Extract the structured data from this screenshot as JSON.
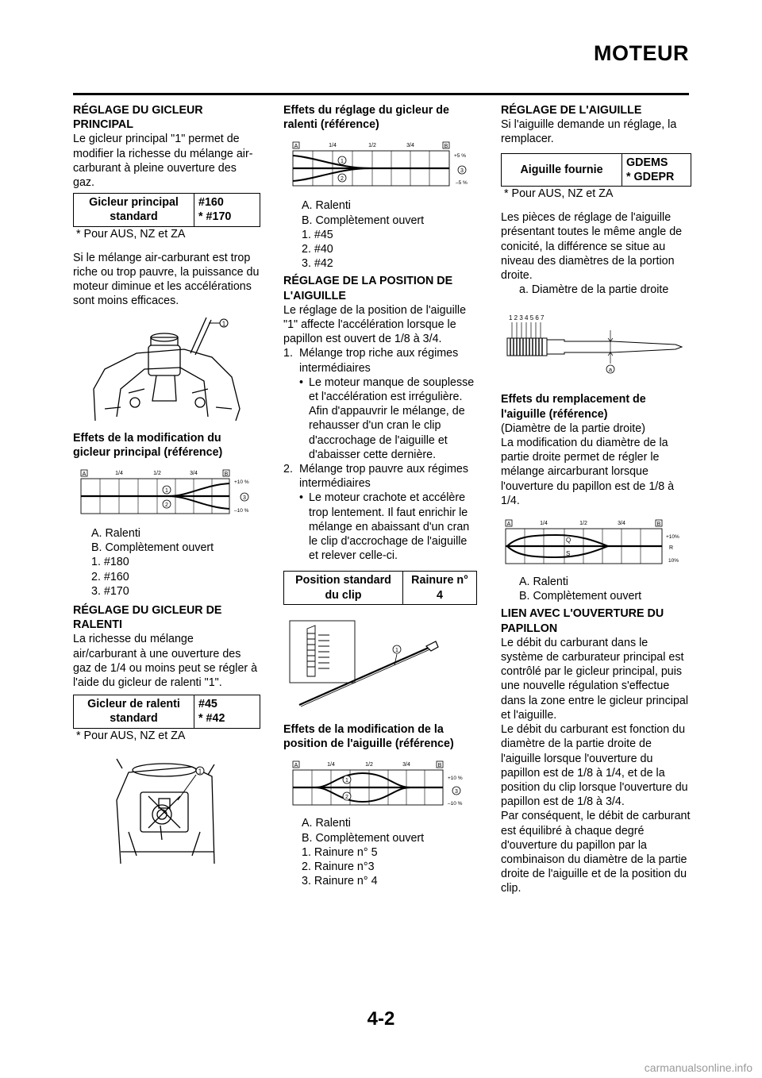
{
  "header": {
    "title": "MOTEUR"
  },
  "page_number": "4-2",
  "watermark": "carmanualsonline.info",
  "col1": {
    "main_jet": {
      "heading": "RÉGLAGE DU GICLEUR PRINCIPAL",
      "intro": "Le gicleur principal \"1\" permet de modifier la richesse du mélange air-carburant à pleine ouverture des gaz.",
      "spec_label": "Gicleur principal standard",
      "spec_value_1": "#160",
      "spec_value_2": "* #170",
      "spec_note": "* Pour AUS, NZ et ZA",
      "body": "Si le mélange air-carburant est trop riche ou trop pauvre, la puissance du moteur diminue et les accélérations sont moins efficaces."
    },
    "main_jet_graph": {
      "title": "Effets de la modification du gicleur principal (référence)",
      "legend": [
        "A.  Ralenti",
        "B.  Complètement ouvert",
        "1.  #180",
        "2.  #160",
        "3.  #170"
      ]
    },
    "pilot_jet": {
      "heading": "RÉGLAGE DU GICLEUR DE RALENTI",
      "intro": "La richesse du mélange air/carburant à une ouverture des gaz de 1/4 ou moins peut se régler à l'aide du gicleur de ralenti \"1\".",
      "spec_label": "Gicleur de ralenti standard",
      "spec_value_1": "#45",
      "spec_value_2": "* #42",
      "spec_note": "* Pour AUS, NZ et ZA"
    }
  },
  "col2": {
    "pilot_graph": {
      "title": "Effets du réglage du gicleur de ralenti (référence)",
      "legend": [
        "A.  Ralenti",
        "B.  Complètement ouvert",
        "1.  #45",
        "2.  #40",
        "3.  #42"
      ]
    },
    "needle_position": {
      "heading": "RÉGLAGE DE LA POSITION DE L'AIGUILLE",
      "intro": "Le réglage de la position de l'aiguille \"1\" affecte l'accélération lorsque le papillon est ouvert de 1/8 à 3/4.",
      "item1_num": "1.",
      "item1": "Mélange trop riche aux régimes intermédiaires",
      "item1_bullet": "Le moteur manque de souplesse et l'accélération est irrégulière. Afin d'appauvrir le mélange, de rehausser d'un cran le clip d'accrochage de l'aiguille et d'abaisser cette dernière.",
      "item2_num": "2.",
      "item2": "Mélange trop pauvre aux régimes intermédiaires",
      "item2_bullet": "Le moteur crachote et accélère trop lentement. Il faut enrichir le mélange en abaissant d'un cran le clip d'accrochage de l'aiguille et relever celle-ci.",
      "spec_label": "Position standard du clip",
      "spec_value_1": "Rainure n°",
      "spec_value_2": "4"
    },
    "position_graph": {
      "title": "Effets de la modification de la position de l'aiguille (référence)",
      "legend": [
        "A.  Ralenti",
        "B.  Complètement ouvert",
        "1.  Rainure n° 5",
        "2.  Rainure n°3",
        "3.  Rainure n° 4"
      ]
    }
  },
  "col3": {
    "needle": {
      "heading": "RÉGLAGE DE L'AIGUILLE",
      "intro": "Si l'aiguille demande un réglage, la remplacer.",
      "spec_label": "Aiguille fournie",
      "spec_value_1": "GDEMS",
      "spec_value_2": "* GDEPR",
      "spec_note": "* Pour AUS, NZ et ZA",
      "body": "Les pièces de réglage de l'aiguille présentant toutes le même angle de conicité, la différence se situe au niveau des diamètres de la portion droite.",
      "legend_a": "a.  Diamètre de la partie droite"
    },
    "replace_graph": {
      "title": "Effets du remplacement de l'aiguille (référence)",
      "subtitle": "(Diamètre de la partie droite)",
      "body": "La modification du diamètre de la partie droite permet de régler le mélange aircarburant lorsque l'ouverture du papillon est de 1/8 à 1/4.",
      "legend": [
        "A.  Ralenti",
        "B.  Complètement ouvert"
      ]
    },
    "throttle": {
      "heading": "LIEN AVEC L'OUVERTURE DU PAPILLON",
      "p1": "Le débit du carburant dans le système de carburateur principal est contrôlé par le gicleur principal, puis une nouvelle régulation s'effectue dans la zone entre le gicleur principal et l'aiguille.",
      "p2": "Le débit du carburant est fonction du diamètre de la partie droite de l'aiguille lorsque l'ouverture du papillon est de 1/8 à 1/4, et de la position du clip lorsque l'ouverture du papillon est de 1/8 à 3/4.",
      "p3": "Par conséquent, le débit de carburant est équilibré à chaque degré d'ouverture du papillon par la combinaison du diamètre de la partie droite de l'aiguille et de la position du clip."
    }
  },
  "graph_labels": {
    "a": "A",
    "b": "B",
    "t1": "1/4",
    "t2": "1/2",
    "t3": "3/4",
    "c1": "1",
    "c2": "2",
    "c3": "3",
    "p10": "+10 %",
    "m10": "–10 %",
    "p5": "+5 %",
    "m5": "–5 %",
    "q": "Q",
    "s": "S",
    "r": "R",
    "p10b": "+10%",
    "m10b": "10%",
    "needle_nums": "1 2 3 4 5 6 7",
    "circ_a": "a"
  }
}
